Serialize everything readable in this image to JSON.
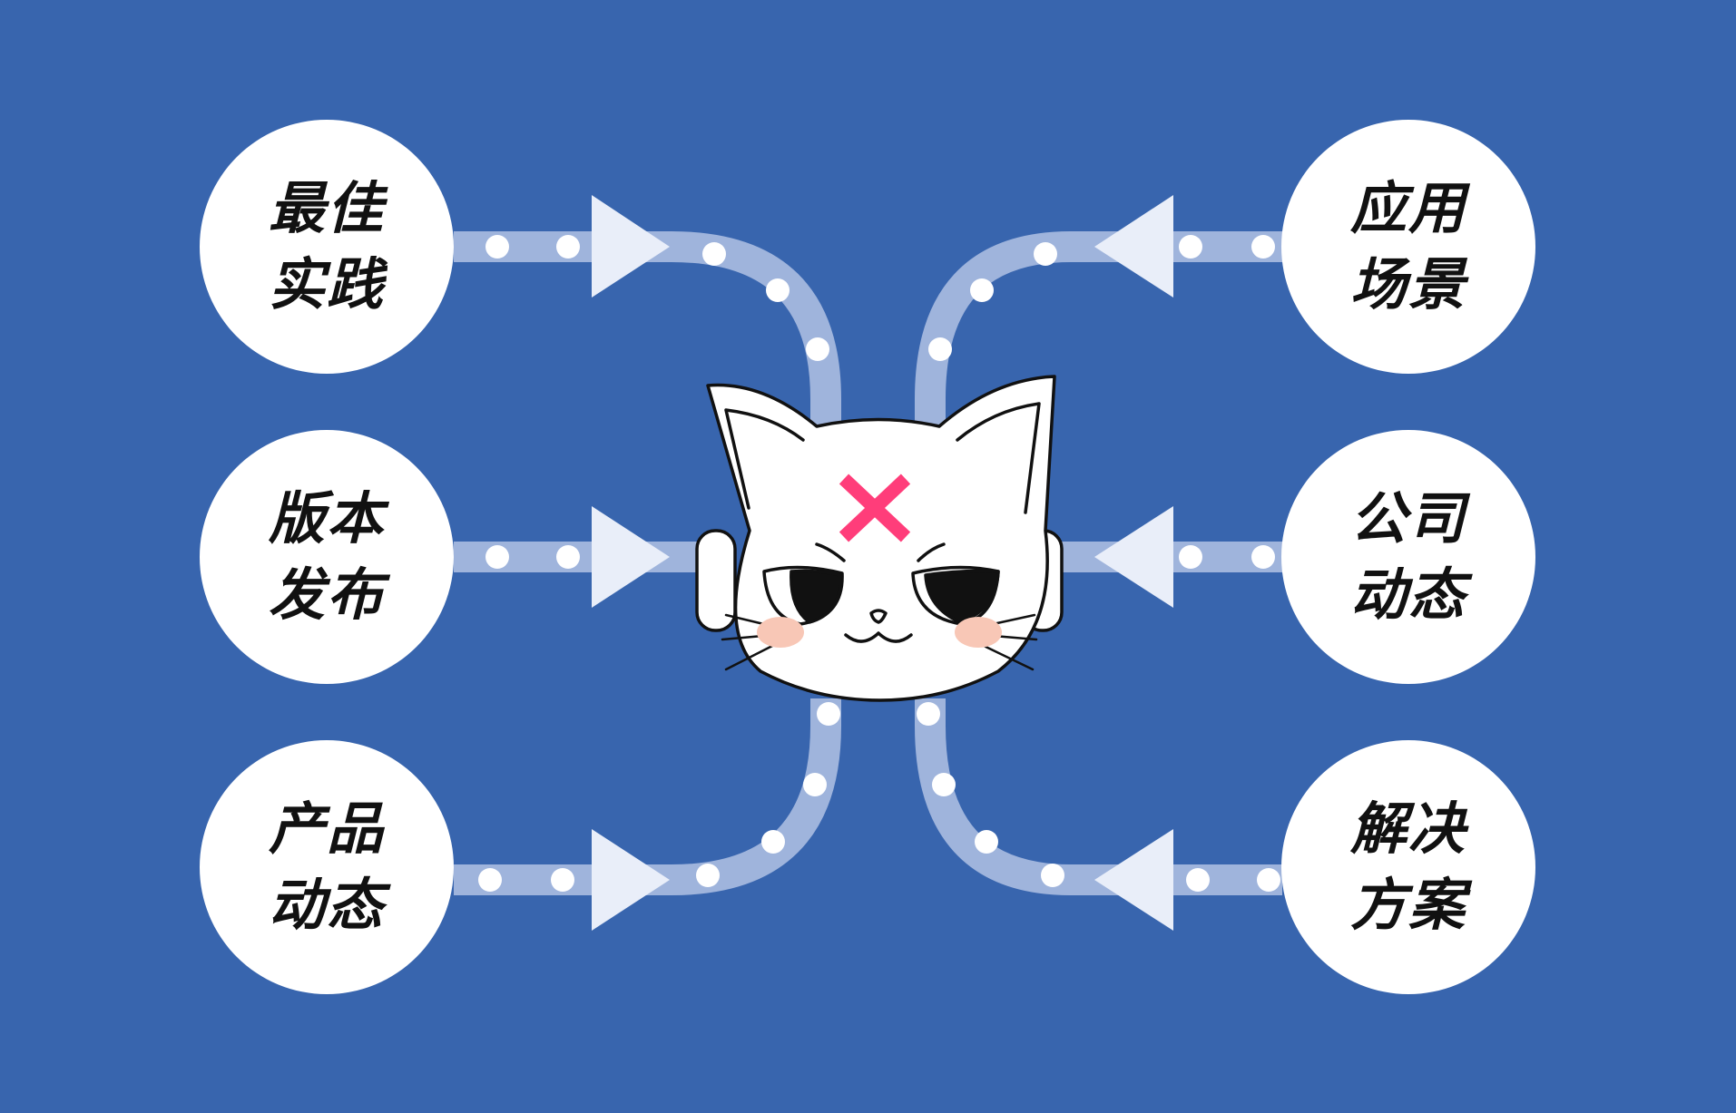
{
  "nodes": {
    "left_top": {
      "line1": "最佳",
      "line2": "实践"
    },
    "left_mid": {
      "line1": "版本",
      "line2": "发布"
    },
    "left_bottom": {
      "line1": "产品",
      "line2": "动态"
    },
    "right_top": {
      "line1": "应用",
      "line2": "场景"
    },
    "right_mid": {
      "line1": "公司",
      "line2": "动态"
    },
    "right_bottom": {
      "line1": "解决",
      "line2": "方案"
    }
  },
  "colors": {
    "background": "#3865ae",
    "connector": "#9fb4dc",
    "dot": "#ffffff",
    "arrow": "#e9eef9",
    "node": "#ffffff",
    "mascot_mark": "#ff3d7a",
    "mascot_blush": "#f8c7b6"
  },
  "mascot": {
    "icon": "cat-mascot-icon",
    "mark_icon": "x-mark-icon"
  }
}
